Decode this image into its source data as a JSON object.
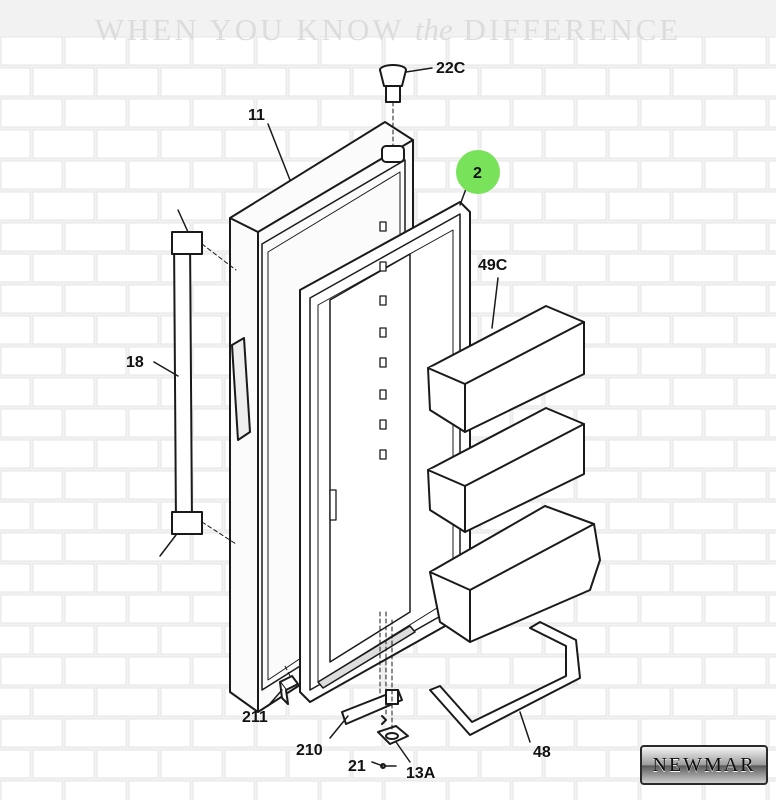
{
  "tagline": {
    "before": "WHEN YOU KNOW ",
    "the": "the",
    "after": " DIFFERENCE"
  },
  "highlight_color": "#78e35a",
  "labels": {
    "p22c": "22C",
    "p11": "11",
    "p2": "2",
    "p49c": "49C",
    "p18": "18",
    "p211": "211",
    "p210": "210",
    "p21": "21",
    "p13a": "13A",
    "p48": "48"
  },
  "logo_text": "NEWMAR"
}
